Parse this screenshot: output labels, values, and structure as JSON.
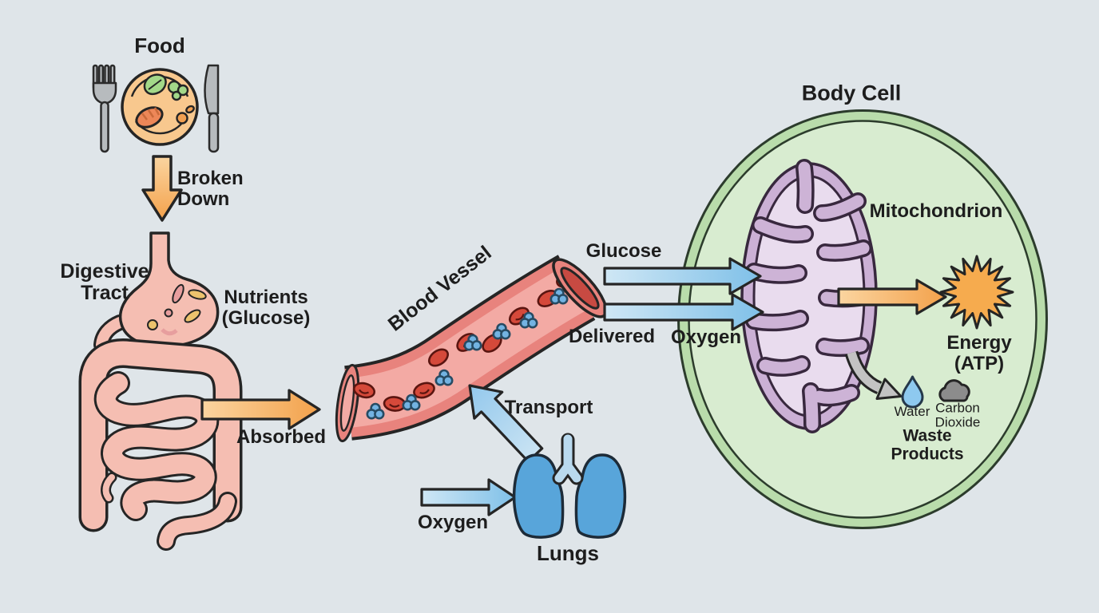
{
  "labels": {
    "food": "Food",
    "broken_down": "Broken\nDown",
    "digestive_tract": "Digestive\nTract",
    "nutrients": "Nutrients\n(Glucose)",
    "absorbed": "Absorbed",
    "blood_vessel": "Blood Vessel",
    "glucose_delivered": "Glucose",
    "delivered": "Delivered",
    "oxygen_delivered": "Oxygen",
    "transport": "Transport",
    "oxygen_inhaled": "Oxygen",
    "lungs": "Lungs",
    "body_cell": "Body Cell",
    "mitochondrion": "Mitochondrion",
    "energy": "Energy\n(ATP)",
    "water": "Water",
    "carbon_dioxide": "Carbon\nDioxide",
    "waste_products": "Waste\nProducts"
  },
  "colors": {
    "background": "#dfe5e9",
    "outline": "#252525",
    "text": "#1d1d1d",
    "arrow_orange_light": "#fbd5a0",
    "arrow_orange_dark": "#f3a14b",
    "arrow_blue_light": "#cfe7f5",
    "arrow_blue_dark": "#7fc0e8",
    "digestive_pink": "#f5beb2",
    "plate_orange": "#f8c88e",
    "vessel_wall_red": "#e8837d",
    "vessel_inner_pink": "#f3aaa4",
    "blood_cell_red": "#d5493a",
    "glucose_blue": "#73b3e2",
    "lungs_blue": "#58a5da",
    "cell_fill_green": "#d8ecd0",
    "cell_membrane_green": "#b9dcab",
    "mito_membrane_purple": "#cbb0d5",
    "mito_inner_purple": "#e9dcee",
    "energy_orange": "#f6ab4e",
    "water_blue": "#8ec9ef",
    "co2_gray": "#8c8c8c",
    "waste_arrow_gray": "#c3c3c3"
  }
}
